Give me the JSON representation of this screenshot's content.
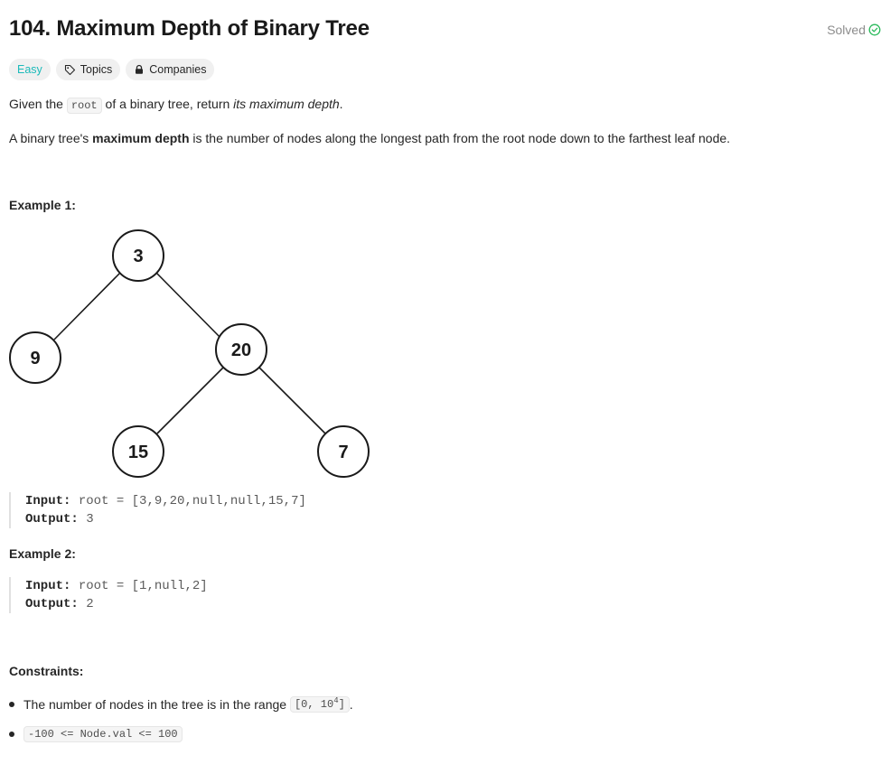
{
  "problem": {
    "title": "104. Maximum Depth of Binary Tree",
    "status": "Solved"
  },
  "tags": {
    "difficulty": "Easy",
    "topics": "Topics",
    "companies": "Companies"
  },
  "description": {
    "p1_prefix": "Given the",
    "p1_code": "root",
    "p1_mid": "of a binary tree, return",
    "p1_em": "its maximum depth",
    "p1_end": ".",
    "p2_prefix": "A binary tree's",
    "p2_bold": "maximum depth",
    "p2_rest": "is the number of nodes along the longest path from the root node down to the farthest leaf node."
  },
  "example1": {
    "heading": "Example 1:",
    "input_label": "Input:",
    "input_value": "root = [3,9,20,null,null,15,7]",
    "output_label": "Output:",
    "output_value": "3",
    "tree": {
      "nodes": [
        {
          "label": "3"
        },
        {
          "label": "9"
        },
        {
          "label": "20"
        },
        {
          "label": "15"
        },
        {
          "label": "7"
        }
      ]
    }
  },
  "example2": {
    "heading": "Example 2:",
    "input_label": "Input:",
    "input_value": "root = [1,null,2]",
    "output_label": "Output:",
    "output_value": "2"
  },
  "constraints": {
    "heading": "Constraints:",
    "c1_prefix": "The number of nodes in the tree is in the range",
    "c1_code_a": "[0, 10",
    "c1_sup": "4",
    "c1_code_b": "]",
    "c1_end": ".",
    "c2_code": "-100 <= Node.val <= 100"
  }
}
